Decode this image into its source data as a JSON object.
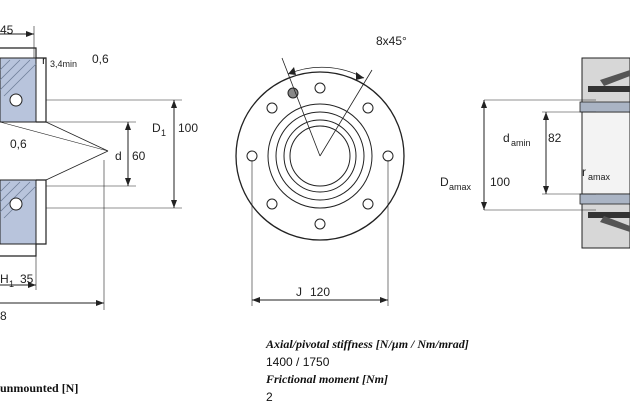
{
  "left_view": {
    "dim_top_partial": "45",
    "radius_label": "r",
    "radius_sub": "3,4min",
    "radius_value": "0,6",
    "inner_value": "0,6",
    "d_label": "d",
    "d_value": "60",
    "D1_label": "D",
    "D1_sub": "1",
    "D1_value": "100",
    "H1_label": "H",
    "H1_sub": "1",
    "H1_value": "35",
    "bottom_partial": "8"
  },
  "middle_view": {
    "angle_label": "8x45°",
    "J_label": "J",
    "J_value": "120"
  },
  "right_view": {
    "damin_label": "d",
    "damin_sub": "amin",
    "damin_value": "82",
    "Damax_label": "D",
    "Damax_sub": "amax",
    "Damax_value": "100",
    "ramax_label": "r",
    "ramax_sub": "amax"
  },
  "specs": {
    "stiffness_label": "Axial/pivotal stiffness [N/µm / Nm/mrad]",
    "stiffness_value": "1400 / 1750",
    "moment_label": "Frictional moment [Nm]",
    "moment_value": "2",
    "left_partial": "unmounted [N]"
  },
  "colors": {
    "line": "#222222",
    "bearing_fill": "#b8c4dc",
    "hatch": "#6f7f99",
    "shaft": "#e8e8e8",
    "dark_part": "#333333"
  }
}
